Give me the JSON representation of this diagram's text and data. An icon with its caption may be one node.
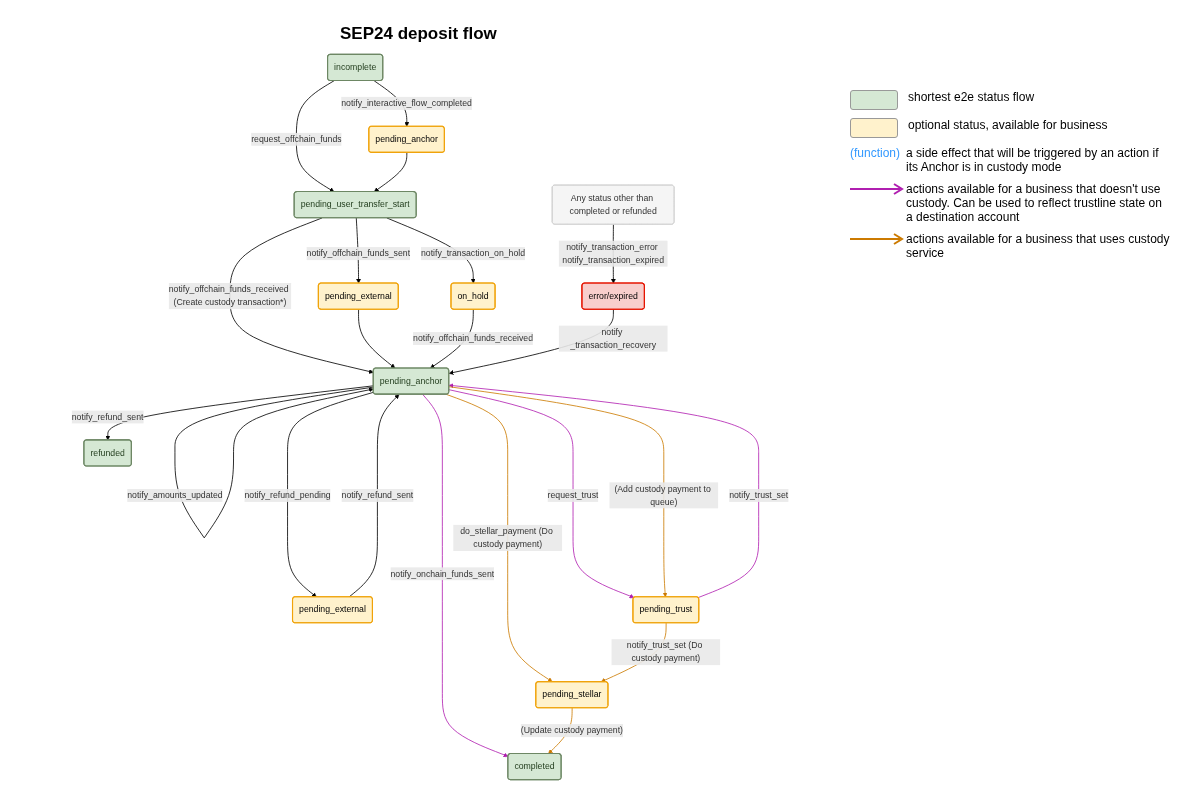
{
  "diagram": {
    "title": "SEP24 deposit flow",
    "nodes": [
      {
        "text": [
          "incomplete"
        ]
      },
      {
        "text": [
          "pending_anchor"
        ]
      },
      {
        "text": [
          "pending_user_transfer_start"
        ]
      },
      {
        "text": [
          "pending_external"
        ]
      },
      {
        "text": [
          "on_hold"
        ]
      },
      {
        "text": [
          "Any status other than completed or refunded"
        ]
      },
      {
        "text": [
          "error/expired"
        ]
      },
      {
        "text": [
          "pending_anchor"
        ]
      },
      {
        "text": [
          "pending_external"
        ]
      },
      {
        "text": [
          "pending_trust"
        ]
      },
      {
        "text": [
          "pending_stellar"
        ]
      },
      {
        "text": [
          "refunded"
        ]
      },
      {
        "text": [
          "completed"
        ]
      }
    ],
    "edges": [
      {
        "from": 0,
        "to": 1,
        "arrow": "to",
        "label": "notify_interactive_flow_completed"
      },
      {
        "from": 0,
        "to": 2,
        "arrow": "to",
        "label": "request_offchain_funds"
      },
      {
        "from": 1,
        "to": 2,
        "arrow": "to"
      },
      {
        "from": 2,
        "to": 4,
        "arrow": "to",
        "label": "notify_transaction_on_hold"
      },
      {
        "from": 2,
        "to": 3,
        "arrow": "to",
        "label": "notify_offchain_funds_sent"
      },
      {
        "from": 2,
        "to": 7,
        "arrow": "to",
        "label": "notify_offchain_funds_received (Create custody transaction*)"
      },
      {
        "from": 3,
        "to": 7,
        "arrow": "to"
      },
      {
        "from": 4,
        "to": 7,
        "arrow": "to",
        "label": "notify_offchain_funds_received"
      },
      {
        "from": 7,
        "to": 7,
        "arrow": "to",
        "label": "notify_amounts_updated"
      },
      {
        "from": 5,
        "to": 6,
        "arrow": "to",
        "label": "notify_transaction_error notify_transaction_expired"
      },
      {
        "from": 6,
        "to": 7,
        "arrow": "to",
        "label": "notify _transaction_recovery"
      },
      {
        "from": 7,
        "to": 8,
        "arrow": "to",
        "label": "notify_refund_pending"
      },
      {
        "from": 8,
        "to": 7,
        "arrow": "to",
        "label": "notify_refund_sent"
      },
      {
        "from": 7,
        "to": 11,
        "arrow": "to",
        "label": "notify_refund_sent"
      },
      {
        "from": 7,
        "to": 9,
        "arrow": "to",
        "label": "request_trust",
        "color": "#b01fb0"
      },
      {
        "from": 9,
        "to": 7,
        "arrow": "to",
        "label": "notify_trust_set",
        "color": "#b01fb0"
      },
      {
        "from": 7,
        "to": 10,
        "arrow": "to",
        "label": "do_stellar_payment (Do custody payment)",
        "color": "#cc7a00"
      },
      {
        "from": 7,
        "to": 9,
        "arrow": "to",
        "label": "(Add custody payment to queue)",
        "color": "#cc7a00"
      },
      {
        "from": 9,
        "to": 10,
        "arrow": "to",
        "label": "notify_trust_set (Do custody payment)",
        "color": "#cc7a00"
      },
      {
        "from": 7,
        "to": 12,
        "arrow": "to",
        "label": "notify_onchain_funds_sent",
        "color": "#b01fb0"
      },
      {
        "from": 10,
        "to": 12,
        "arrow": "to",
        "label": "(Update custody payment)",
        "color": "#cc7a00"
      }
    ],
    "labels": [
      "(function)"
    ],
    "legend": [
      {
        "text": "shortest e2e status flow",
        "color": "#d5e8d4"
      },
      {
        "text": "optional status, available for business",
        "color": "#fff2cc"
      },
      {
        "text": "a side effect that will be triggered by an action if its Anchor is in custody mode"
      },
      {
        "text": "actions available for a business that doesn't use custody. Can be used to reflect trustline state on a destination account"
      },
      {
        "text": "actions available for a business that uses custody service"
      }
    ]
  }
}
